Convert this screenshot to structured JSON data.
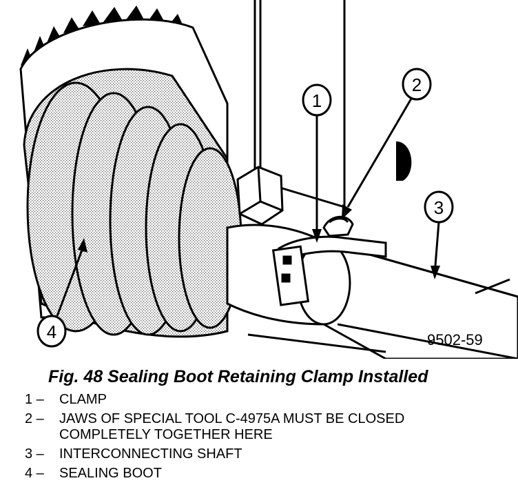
{
  "callouts": {
    "c1": "1",
    "c2": "2",
    "c3": "3",
    "c4": "4"
  },
  "figure_code": "9502-59",
  "caption": "Fig. 48 Sealing Boot Retaining Clamp Installed",
  "legend": [
    {
      "num": "1 –",
      "text": "CLAMP"
    },
    {
      "num": "2 –",
      "text": "JAWS OF SPECIAL TOOL C-4975A MUST BE CLOSED COMPLETELY TOGETHER HERE"
    },
    {
      "num": "3 –",
      "text": "INTERCONNECTING SHAFT"
    },
    {
      "num": "4 –",
      "text": "SEALING BOOT"
    }
  ]
}
